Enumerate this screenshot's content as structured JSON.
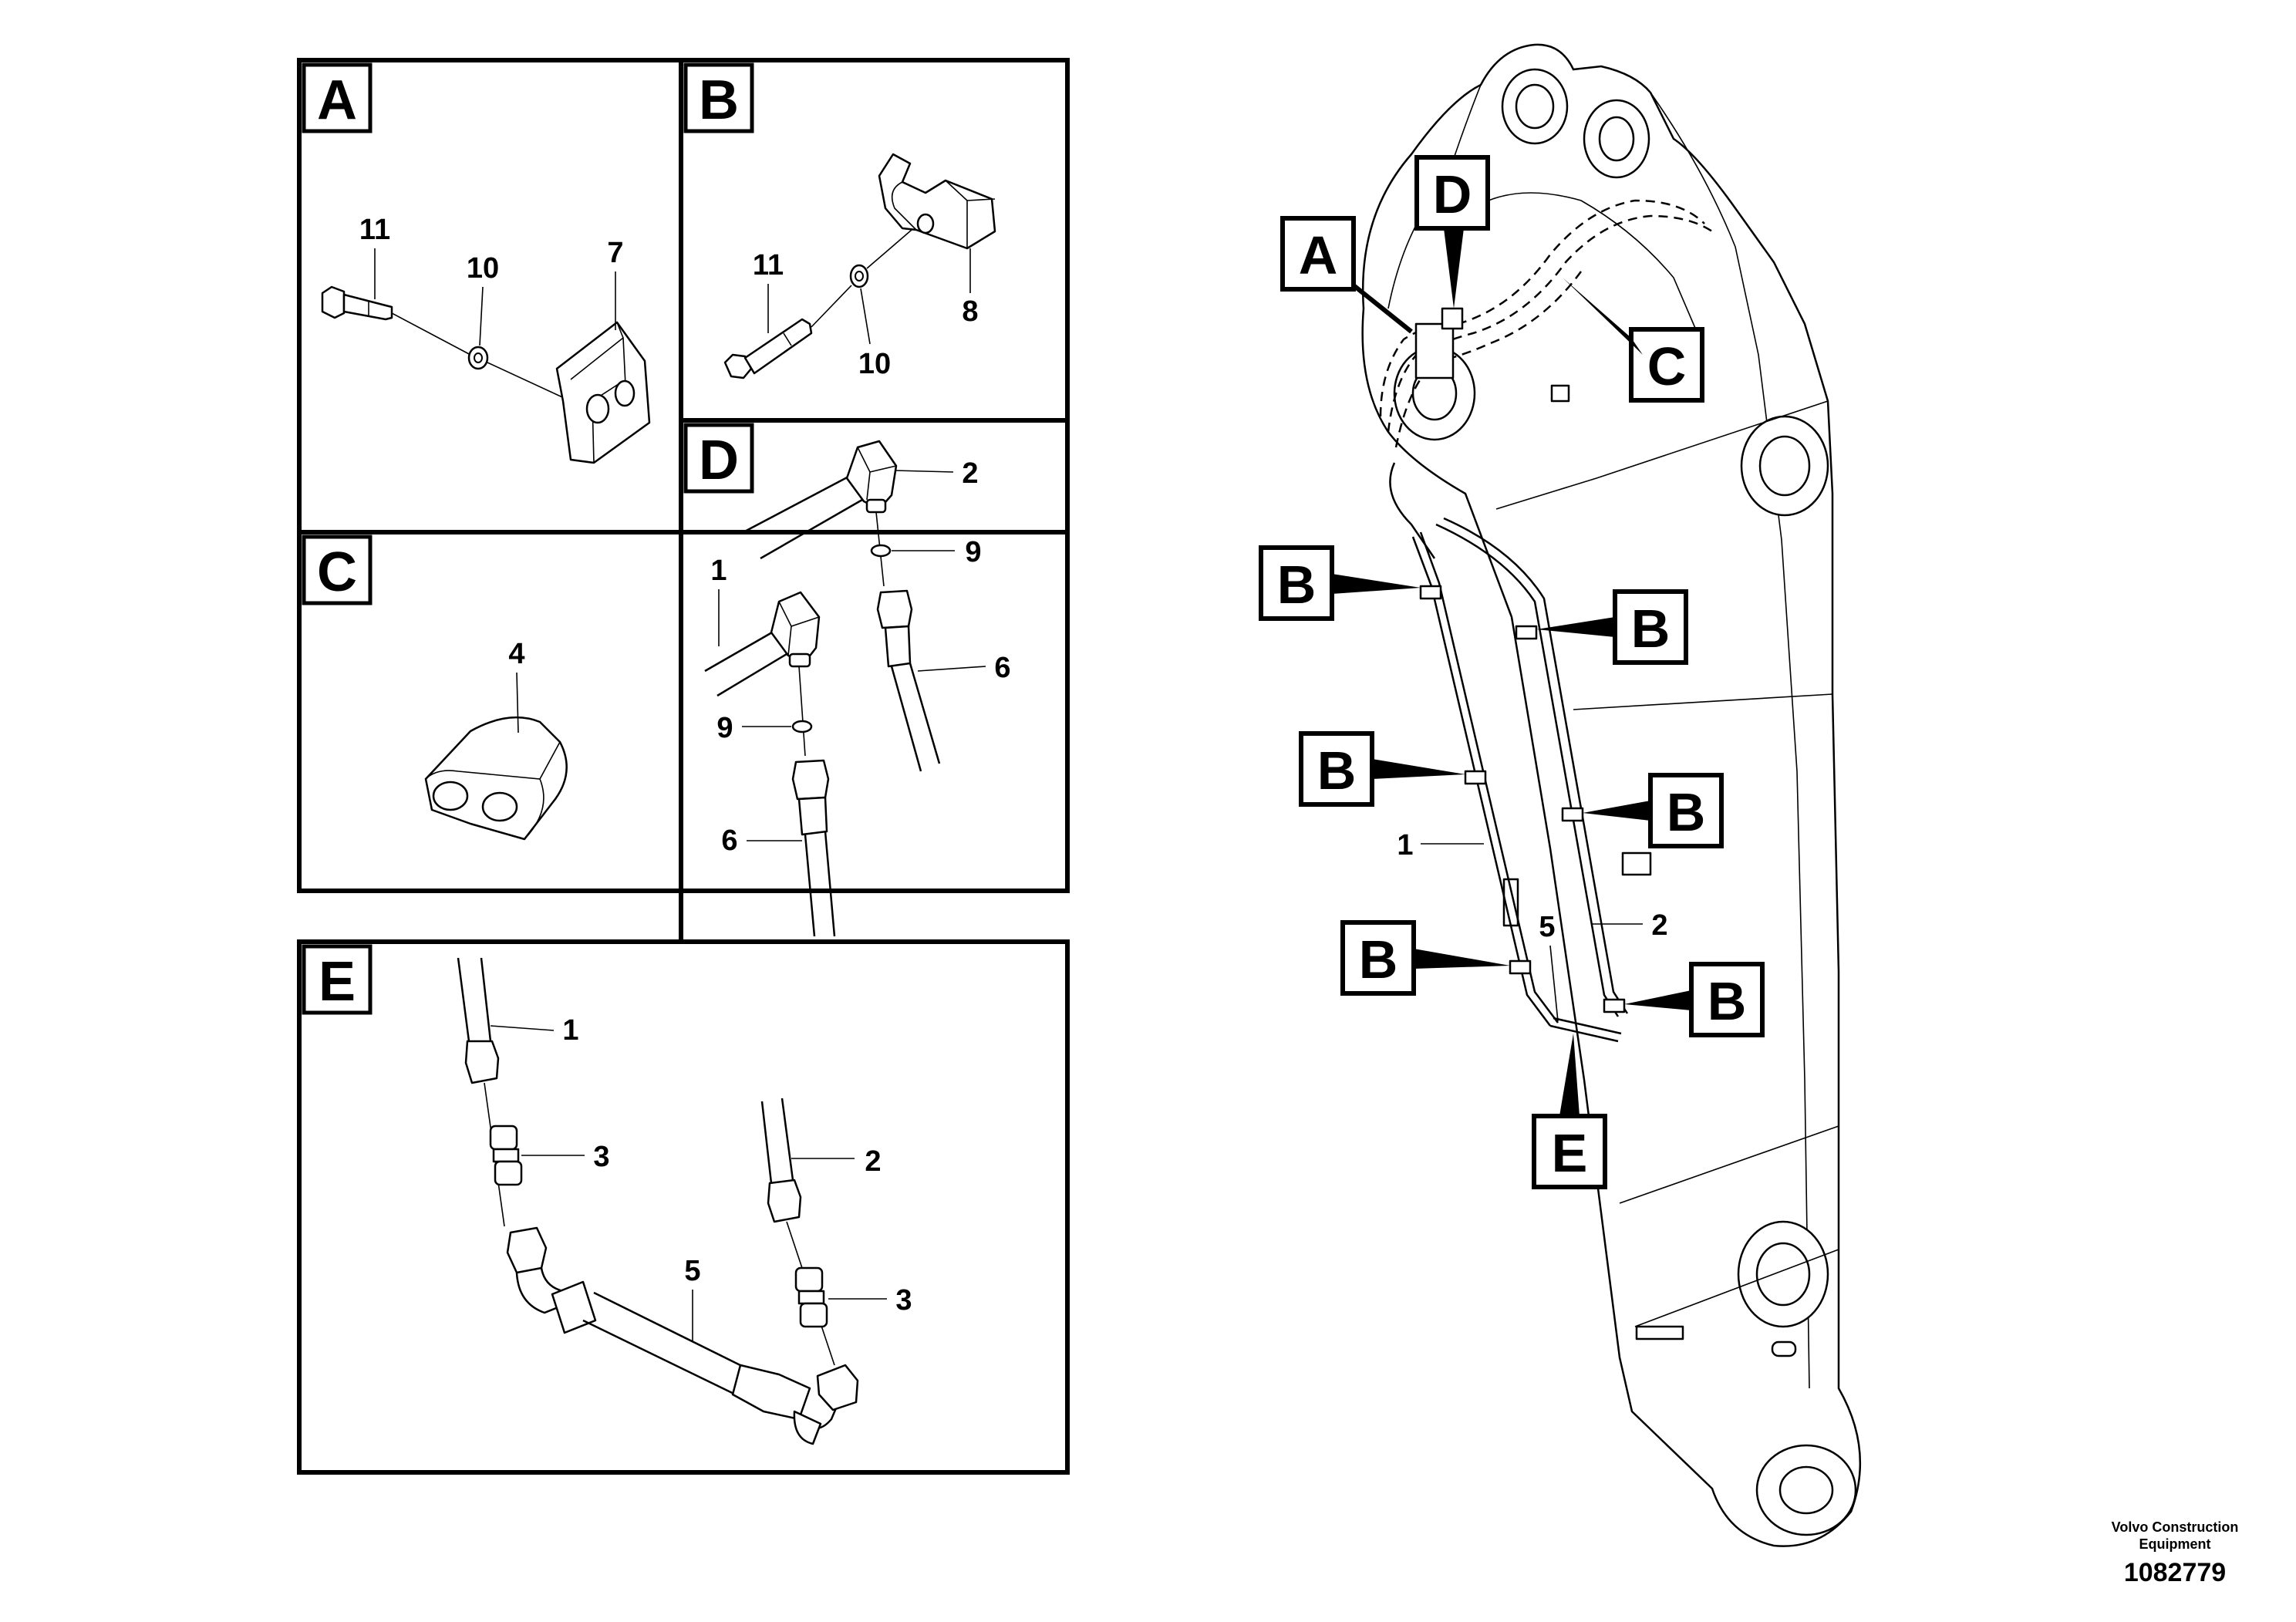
{
  "panels": {
    "A": {
      "label": "A",
      "parts": {
        "bolt": "11",
        "washer": "10",
        "clamp": "7"
      }
    },
    "B": {
      "label": "B",
      "parts": {
        "bolt": "11",
        "washer": "10",
        "block": "8"
      }
    },
    "C": {
      "label": "C",
      "parts": {
        "block": "4"
      }
    },
    "D": {
      "label": "D",
      "parts": {
        "tube_upper": "2",
        "oring_upper": "9",
        "hose_upper": "6",
        "tube_lower": "1",
        "oring_lower": "9",
        "hose_lower": "6"
      }
    },
    "E": {
      "label": "E",
      "parts": {
        "tube_left": "1",
        "adapter_left": "3",
        "tube_right": "2",
        "adapter_right": "3",
        "pipe": "5"
      }
    }
  },
  "boom": {
    "callouts": {
      "A": "A",
      "D": "D",
      "C": "C",
      "B1": "B",
      "B2": "B",
      "B3": "B",
      "B4": "B",
      "B5": "B",
      "B6": "B",
      "E": "E"
    },
    "parts": {
      "line1": "1",
      "line2": "2",
      "pipe5": "5"
    }
  },
  "footer": {
    "company_line1": "Volvo Construction",
    "company_line2": "Equipment",
    "doc_number": "1082779"
  }
}
